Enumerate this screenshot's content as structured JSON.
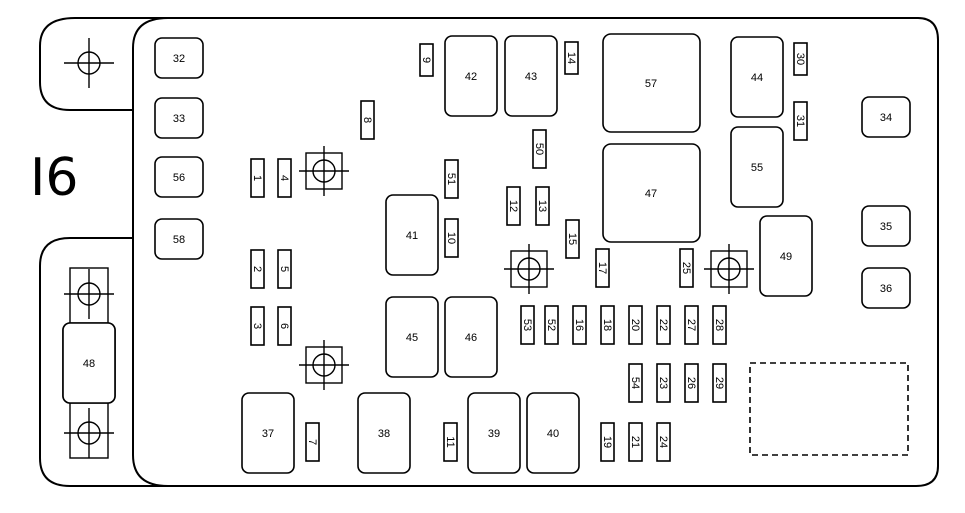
{
  "diagram_label": "I6",
  "relays": [
    "32",
    "33",
    "56",
    "58",
    "42",
    "43",
    "57",
    "44",
    "34",
    "55",
    "47",
    "41",
    "49",
    "35",
    "36",
    "45",
    "46",
    "48",
    "37",
    "38",
    "39",
    "40"
  ],
  "fuses": [
    "9",
    "14",
    "30",
    "8",
    "31",
    "50",
    "1",
    "4",
    "51",
    "12",
    "13",
    "10",
    "15",
    "17",
    "25",
    "2",
    "5",
    "53",
    "52",
    "16",
    "18",
    "20",
    "22",
    "27",
    "28",
    "3",
    "6",
    "54",
    "23",
    "26",
    "29",
    "7",
    "11",
    "19",
    "21",
    "24"
  ],
  "mount_points": [
    "mount-top-left",
    "mount-upper",
    "mount-center",
    "mount-right",
    "mount-lower",
    "mount-48-top",
    "mount-48-bottom"
  ]
}
